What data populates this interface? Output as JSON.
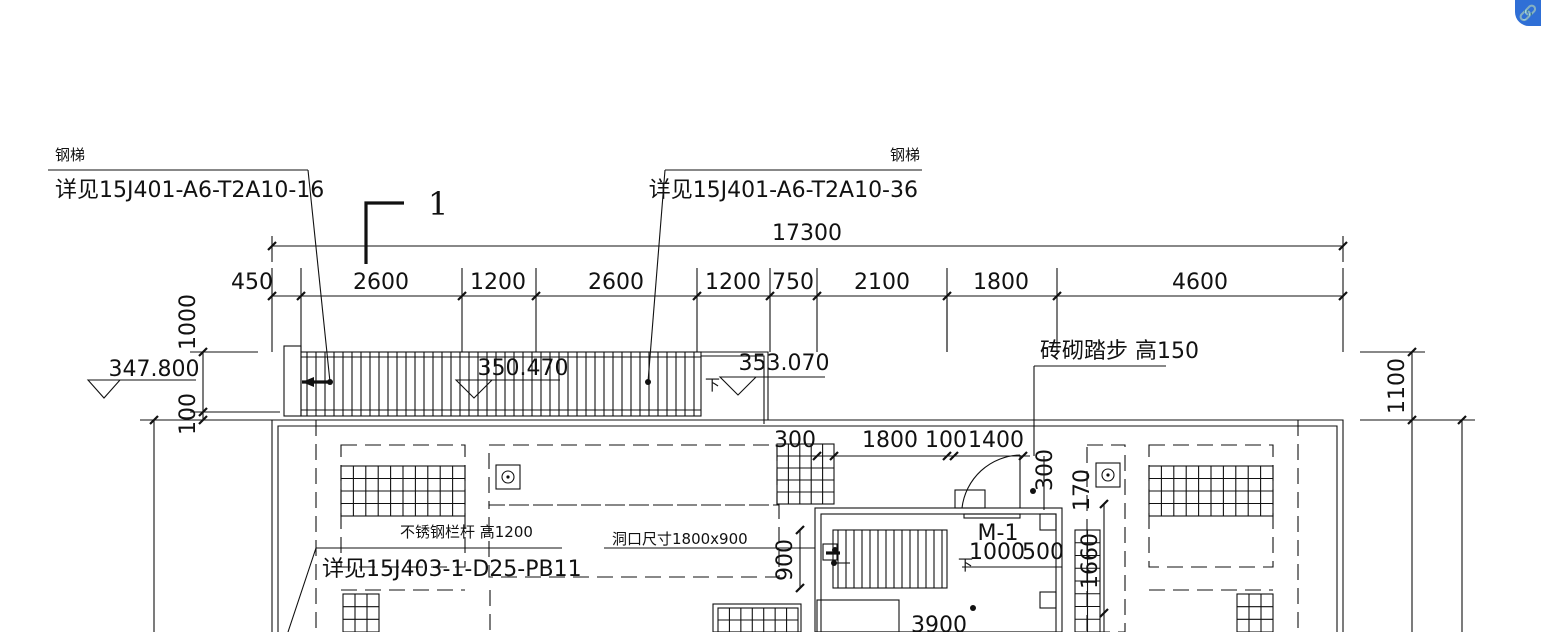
{
  "section_marker": "1",
  "overall_dimension": "17300",
  "dimension_segments": [
    "450",
    "2600",
    "1200",
    "2600",
    "1200",
    "750",
    "2100",
    "1800",
    "4600"
  ],
  "left_vertical_dims": [
    "1000",
    "100"
  ],
  "right_vertical_dims": [
    "1100"
  ],
  "elevations": {
    "left": "347.800",
    "middle": "350.470",
    "right": "353.070"
  },
  "down_label": "下",
  "ladder_left": {
    "title": "钢梯",
    "ref": "详见15J401-A6-T2A10-16"
  },
  "ladder_right": {
    "title": "钢梯",
    "ref": "详见15J401-A6-T2A10-36"
  },
  "brick_step": "砖砌踏步 高150",
  "railing": {
    "title": "不锈钢栏杆  高1200",
    "ref": "详见15J403-1-D25-PB11"
  },
  "opening_size": "洞口尺寸1800x900",
  "inner_dims": [
    "300",
    "1800",
    "100",
    "1400"
  ],
  "door_label": "M-1",
  "door_dims": [
    "1000",
    "500"
  ],
  "small_dims": {
    "d900": "900",
    "d300": "300",
    "d170": "170",
    "d1660": "1660",
    "d3900": "3900"
  },
  "corner_icon": "link-icon"
}
